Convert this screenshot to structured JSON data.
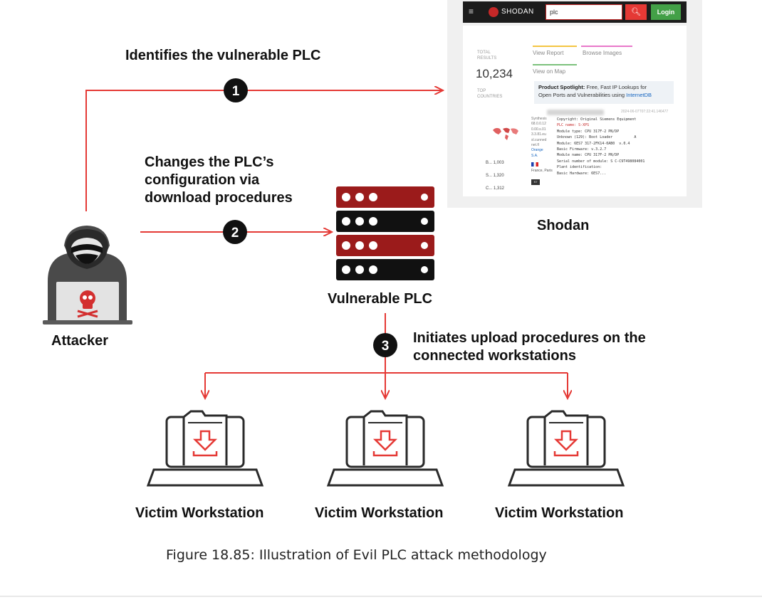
{
  "steps": [
    {
      "number": "1",
      "label": "Identifies the vulnerable PLC"
    },
    {
      "number": "2",
      "label_lines": [
        "Changes the PLC’s",
        "configuration via",
        "download procedures"
      ]
    },
    {
      "number": "3",
      "label_lines": [
        "Initiates upload procedures on the",
        "connected workstations"
      ]
    }
  ],
  "nodes": {
    "attacker": "Attacker",
    "plc": "Vulnerable PLC",
    "shodan": "Shodan",
    "workstations": [
      "Victim Workstation",
      "Victim Workstation",
      "Victim Workstation"
    ]
  },
  "caption": "Figure 18.85: Illustration of Evil PLC attack methodology",
  "colors": {
    "arrow": "#e53935",
    "plc_red": "#9b1b1b",
    "plc_black": "#111111",
    "step_badge": "#111111"
  },
  "shodan_panel": {
    "menu_icon": "≡",
    "brand": "SHODAN",
    "search_value": "plc",
    "search_icon": "search-icon",
    "login": "Login",
    "total_label": [
      "TOTAL",
      "RESULTS"
    ],
    "total_value": "10,234",
    "top_countries_label": [
      "TOP",
      "COUNTRIES"
    ],
    "links": [
      "View Report",
      "Browse Images",
      "View on Map"
    ],
    "spotlight_title": "Product Spotlight:",
    "spotlight_text": "Free, Fast IP Lookups for",
    "spotlight_text2": "Open Ports and Vulnerabilities using",
    "spotlight_link": "InternetDB",
    "result_date": "2024-06-07T07:22:41.146477",
    "result_lines": [
      "Copyright: Original Siemens Equipment",
      "PLC name: S-XPS",
      "Module type: CPU 317F-2 PN/DP",
      "Unknown (129): Boot Loader          A",
      "Module: 6ES7 317-2FK14-0AB0  v.0.4",
      "Basic Firmware: v.3.2.7",
      "Module name: CPU 317F-2 PN/DP",
      "Serial number of module: S C-C9T498084001",
      "Plant identification:",
      "Basic Hardware: 6ES7..."
    ],
    "ip_lines": [
      "Synthesis",
      "68.0.0.12",
      "0.00.s.01",
      "3.3.81.eu",
      "sl.cunned",
      "net.fl",
      "Orange",
      "S.A."
    ],
    "country_rows": [
      "B... 1,003",
      "S... 1,320",
      "C... 1,312"
    ],
    "place": "France, Paris",
    "badge": "S7"
  }
}
